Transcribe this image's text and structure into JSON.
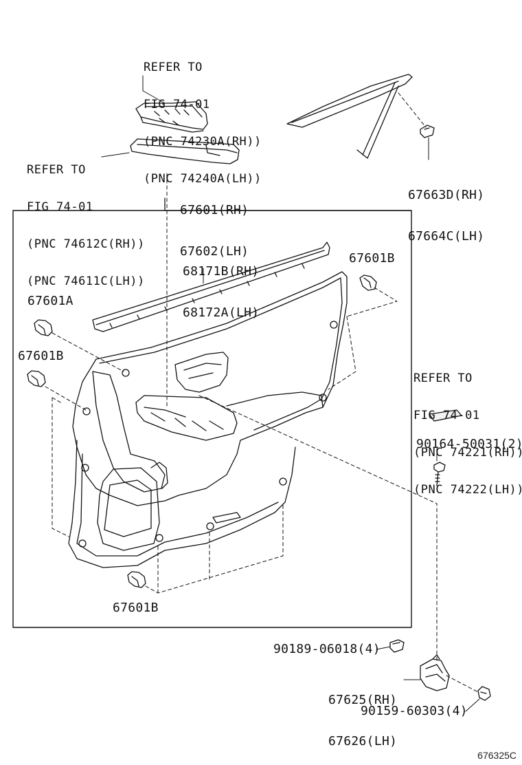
{
  "refs": {
    "top_switch": {
      "line1": "REFER TO",
      "line2": "FIG 74-01",
      "line3": "(PNC 74230A(RH))",
      "line4": "(PNC 74240A(LH))"
    },
    "armrest": {
      "line1": "REFER TO",
      "line2": "FIG 74-01",
      "line3": "(PNC 74612C(RH))",
      "line4": "(PNC 74611C(LH))"
    },
    "right_ref": {
      "line1": "REFER TO",
      "line2": "FIG 74-01",
      "line3": "(PNC 74221(RH))",
      "line4": "(PNC 74222(LH))"
    }
  },
  "parts": {
    "p67663d": "67663D(RH)",
    "p67664c": "67664C(LH)",
    "p67601rh": "67601(RH)",
    "p67602lh": "67602(LH)",
    "p68171b": "68171B(RH)",
    "p68172a": "68172A(LH)",
    "p67601b_top": "67601B",
    "p67601a": "67601A",
    "p67601b_left": "67601B",
    "p67601b_bottom": "67601B",
    "p90164": "90164-50031(2)",
    "p90189": "90189-06018(4)",
    "p67625": "67625(RH)",
    "p67626": "67626(LH)",
    "p90159": "90159-60303(4)"
  },
  "figure_code": "676325C",
  "icons": [
    "door-trim-panel-icon",
    "clip-icon",
    "screw-icon",
    "weatherstrip-icon",
    "switch-base-icon",
    "armrest-icon",
    "bracket-icon",
    "nut-icon"
  ]
}
